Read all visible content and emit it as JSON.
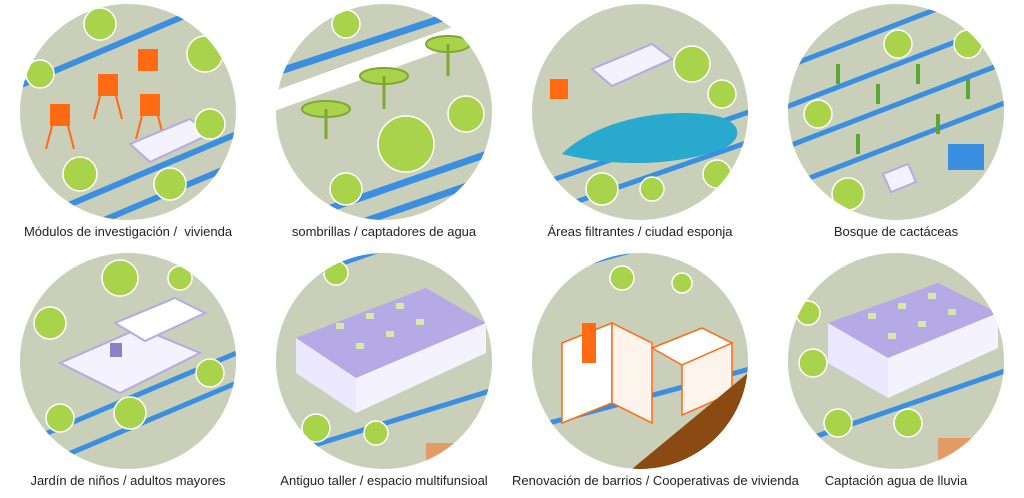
{
  "vignettes": [
    {
      "caption": "Módulos de investigación /  vivienda"
    },
    {
      "caption": "sombrillas / captadores de agua"
    },
    {
      "caption": "Áreas filtrantes / ciudad esponja"
    },
    {
      "caption": "Bosque de cactáceas"
    },
    {
      "caption": "Jardín de niños / adultos mayores"
    },
    {
      "caption": "Antiguo taller / espacio multifunsioal"
    },
    {
      "caption": "Renovación de barrios / Cooperativas de vivienda"
    },
    {
      "caption": "Captación agua de lluvia"
    }
  ],
  "colors": {
    "ground": "#c9cfb8",
    "stripe_blue": "#3a8fe0",
    "tree_green": "#a9d34a",
    "orange": "#ff6a13",
    "lilac": "#b5a9e6",
    "water": "#2aa9cf",
    "brown": "#8a4a12"
  }
}
